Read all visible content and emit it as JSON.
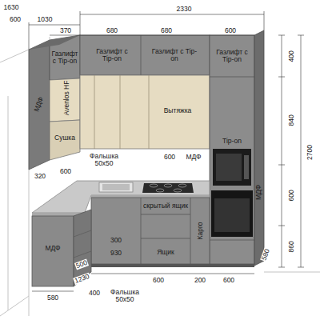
{
  "diagram": {
    "labels": [
      "1630",
      "600",
      "1030",
      "2330",
      "370",
      "680",
      "680",
      "600",
      "400",
      "Газлифт с Tip-on",
      "Газлифт с Tip-on",
      "Газлифт с Tip-on",
      "Газлифт с Tip-on",
      "МДФ",
      "Avenlos HF",
      "Сушка",
      "Вытяжка",
      "840",
      "2700",
      "Tip-on",
      "Фальшка 50x50",
      "600",
      "МДФ",
      "320",
      "600",
      "600",
      "МДФ",
      "скрытый ящик",
      "860",
      "МДФ",
      "Карго",
      "Ящик",
      "300",
      "500",
      "580",
      "930",
      "1230",
      "600",
      "200",
      "600",
      "580",
      "400",
      "Фальшка 50x50"
    ]
  }
}
